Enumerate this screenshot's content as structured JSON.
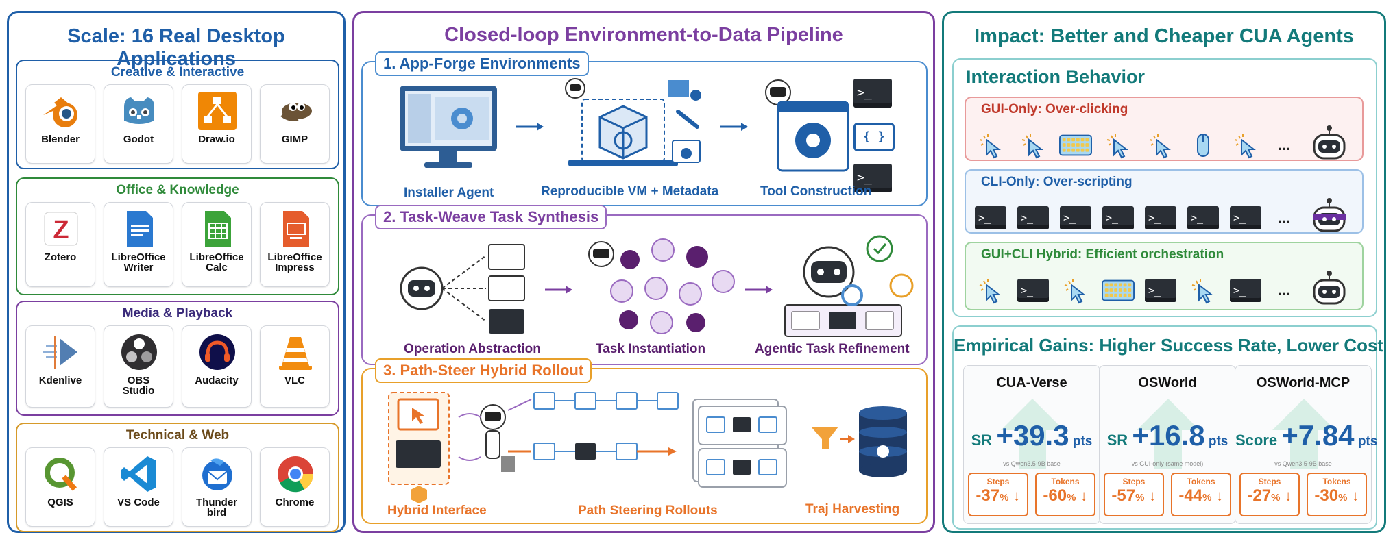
{
  "colors": {
    "blue": "#1f5fa8",
    "purple": "#7b3fa0",
    "orange": "#e8742a",
    "teal": "#137a7a",
    "green": "#2f8a3a",
    "red": "#c0392b"
  },
  "left": {
    "title": "Scale: 16 Real Desktop Applications",
    "groups": [
      {
        "title": "Creative & Interactive",
        "color": "#1f5fa8",
        "apps": [
          {
            "label": "Blender",
            "icon": "blender-icon"
          },
          {
            "label": "Godot",
            "icon": "godot-icon"
          },
          {
            "label": "Draw.io",
            "icon": "drawio-icon"
          },
          {
            "label": "GIMP",
            "icon": "gimp-icon"
          }
        ]
      },
      {
        "title": "Office & Knowledge",
        "color": "#2f8a3a",
        "apps": [
          {
            "label": "Zotero",
            "icon": "zotero-icon"
          },
          {
            "label": "LibreOffice\nWriter",
            "icon": "writer-icon"
          },
          {
            "label": "LibreOffice\nCalc",
            "icon": "calc-icon"
          },
          {
            "label": "LibreOffice\nImpress",
            "icon": "impress-icon"
          }
        ]
      },
      {
        "title": "Media & Playback",
        "color": "#3a2a7a",
        "apps": [
          {
            "label": "Kdenlive",
            "icon": "kdenlive-icon"
          },
          {
            "label": "OBS\nStudio",
            "icon": "obs-icon"
          },
          {
            "label": "Audacity",
            "icon": "audacity-icon"
          },
          {
            "label": "VLC",
            "icon": "vlc-icon"
          }
        ]
      },
      {
        "title": "Technical & Web",
        "color": "#6b4a1a",
        "apps": [
          {
            "label": "QGIS",
            "icon": "qgis-icon"
          },
          {
            "label": "VS Code",
            "icon": "vscode-icon"
          },
          {
            "label": "Thunder\nbird",
            "icon": "thunderbird-icon"
          },
          {
            "label": "Chrome",
            "icon": "chrome-icon"
          }
        ]
      }
    ]
  },
  "mid": {
    "title": "Closed-loop Environment-to-Data Pipeline",
    "stage1": {
      "tag": "1. App-Forge Environments",
      "caps": [
        "Installer Agent",
        "Reproducible VM + Metadata",
        "Tool Construction"
      ]
    },
    "stage2": {
      "tag": "2. Task-Weave Task Synthesis",
      "caps": [
        "Operation Abstraction",
        "Task Instantiation",
        "Agentic Task Refinement"
      ]
    },
    "stage3": {
      "tag": "3. Path-Steer Hybrid Rollout",
      "caps": [
        "Hybrid Interface",
        "Path Steering Rollouts",
        "Traj Harvesting"
      ]
    },
    "terminal_prompt": ">_",
    "code_braces": "{ }"
  },
  "right": {
    "title": "Impact: Better and Cheaper CUA Agents",
    "behavior": {
      "title": "Interaction Behavior",
      "rows": [
        {
          "title": "GUI-Only: Over-clicking",
          "color": "#c0392b",
          "icons": [
            "click",
            "click",
            "keyboard",
            "click",
            "click",
            "mouse",
            "click"
          ]
        },
        {
          "title": "CLI-Only: Over-scripting",
          "color": "#1f5fa8",
          "icons": [
            "term",
            "term",
            "term",
            "term",
            "term",
            "term",
            "term"
          ]
        },
        {
          "title": "GUI+CLI Hybrid: Efficient orchestration",
          "color": "#2f8a3a",
          "icons": [
            "click",
            "term",
            "click",
            "keyboard",
            "term",
            "click",
            "term"
          ]
        }
      ],
      "ellipsis": "..."
    },
    "gains": {
      "title": "Empirical Gains: Higher Success Rate, Lower Cost",
      "cards": [
        {
          "name": "CUA-Verse",
          "metric": "SR",
          "value": "+39.3",
          "unit": "pts",
          "note": "vs Qwen3.5-9B base",
          "boxes": [
            {
              "label": "Steps",
              "value": "-37"
            },
            {
              "label": "Tokens",
              "value": "-60"
            }
          ]
        },
        {
          "name": "OSWorld",
          "metric": "SR",
          "value": "+16.8",
          "unit": "pts",
          "note": "vs GUI-only (same model)",
          "boxes": [
            {
              "label": "Steps",
              "value": "-57"
            },
            {
              "label": "Tokens",
              "value": "-44"
            }
          ]
        },
        {
          "name": "OSWorld-MCP",
          "metric": "Score",
          "value": "+7.84",
          "unit": "pts",
          "note": "vs Qwen3.5-9B base",
          "boxes": [
            {
              "label": "Steps",
              "value": "-27"
            },
            {
              "label": "Tokens",
              "value": "-30"
            }
          ]
        }
      ],
      "percent": "%"
    }
  }
}
